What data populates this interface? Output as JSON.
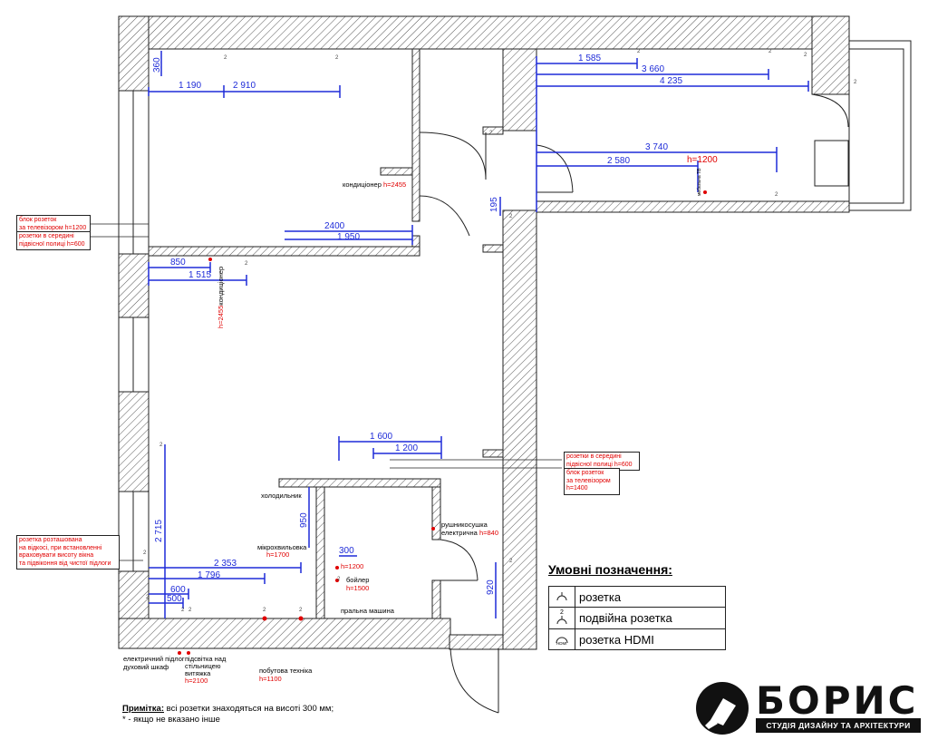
{
  "dims": {
    "d360": "360",
    "d1190": "1 190",
    "d2910": "2 910",
    "d1585": "1 585",
    "d3660": "3 660",
    "d4235": "4 235",
    "d3740": "3 740",
    "d2580": "2 580",
    "h1200": "h=1200",
    "d195": "195",
    "d2400": "2400",
    "d1950": "1 950",
    "d850": "850",
    "d1515": "1 515",
    "d1600": "1 600",
    "d1200": "1 200",
    "d2715": "2 715",
    "d950": "950",
    "d300": "300",
    "d2353": "2 353",
    "d1796": "1 796",
    "d600": "600",
    "d500": "500",
    "d920": "920"
  },
  "labels": {
    "conditioner_top": "кондиціонер",
    "conditioner_top_h": "h=2455",
    "conditioner_left": "кондиціонер",
    "conditioner_left_h": "h=2455",
    "fridge": "холодильник",
    "hood": "мікрохвильовка",
    "hood_h": "h=1700",
    "boiler": "бойлер",
    "boiler_h": "h=1500",
    "boiler_h2": "h=1200",
    "dryer": "рушникосушка",
    "dryer2": "електрична",
    "dryer_h": "h=840",
    "washer": "пральна машина",
    "floor_heat": "електричний підлог",
    "oven": "духовий шкаф",
    "light": "підсвітка над",
    "light2": "стільницею",
    "hood2": "витяжка",
    "hood2_h": "h=2100",
    "appliance": "побутова техніка",
    "appliance_h": "h=1100",
    "tv_small": "мебельна ТВ"
  },
  "boxes": {
    "tv1_l1": "блок розеток",
    "tv1_l2": "за телевізором h=1200",
    "shelf1_l1": "розетки в середині",
    "shelf1_l2": "підвісної полиці h=600",
    "shelf2_l1": "розетки в середині",
    "shelf2_l2": "підвісної полиці h=600",
    "tv2_l1": "блок розеток",
    "tv2_l2": "за телевізором",
    "tv2_l3": "h=1400",
    "slope_l1": "розетка розташована",
    "slope_l2": "на відкосі, при встановленні",
    "slope_l3": "враховувати висоту вікна",
    "slope_l4": "та підвіконня від чистої підлоги"
  },
  "legend": {
    "title": "Умовні позначення:",
    "rows": [
      {
        "icon": "socket-icon",
        "label": "розетка"
      },
      {
        "icon": "double-socket-icon",
        "label": "подвійна розетка",
        "mark": "2"
      },
      {
        "icon": "hdmi-socket-icon",
        "label": "розетка HDMI",
        "mark": "HDMI"
      }
    ]
  },
  "note": {
    "bold": "Примітка:",
    "line1": " всі розетки знаходяться на висоті 300 мм;",
    "line2": "* - якщо не вказано інше"
  },
  "logo": {
    "name": "БОРИС",
    "subtitle": "СТУДІЯ ДИЗАЙНУ ТА АРХІТЕКТУРИ"
  },
  "socket_mark": "2",
  "colors": {
    "dimension": "#1e2bd8",
    "note": "#e00000",
    "wall": "#333333"
  }
}
